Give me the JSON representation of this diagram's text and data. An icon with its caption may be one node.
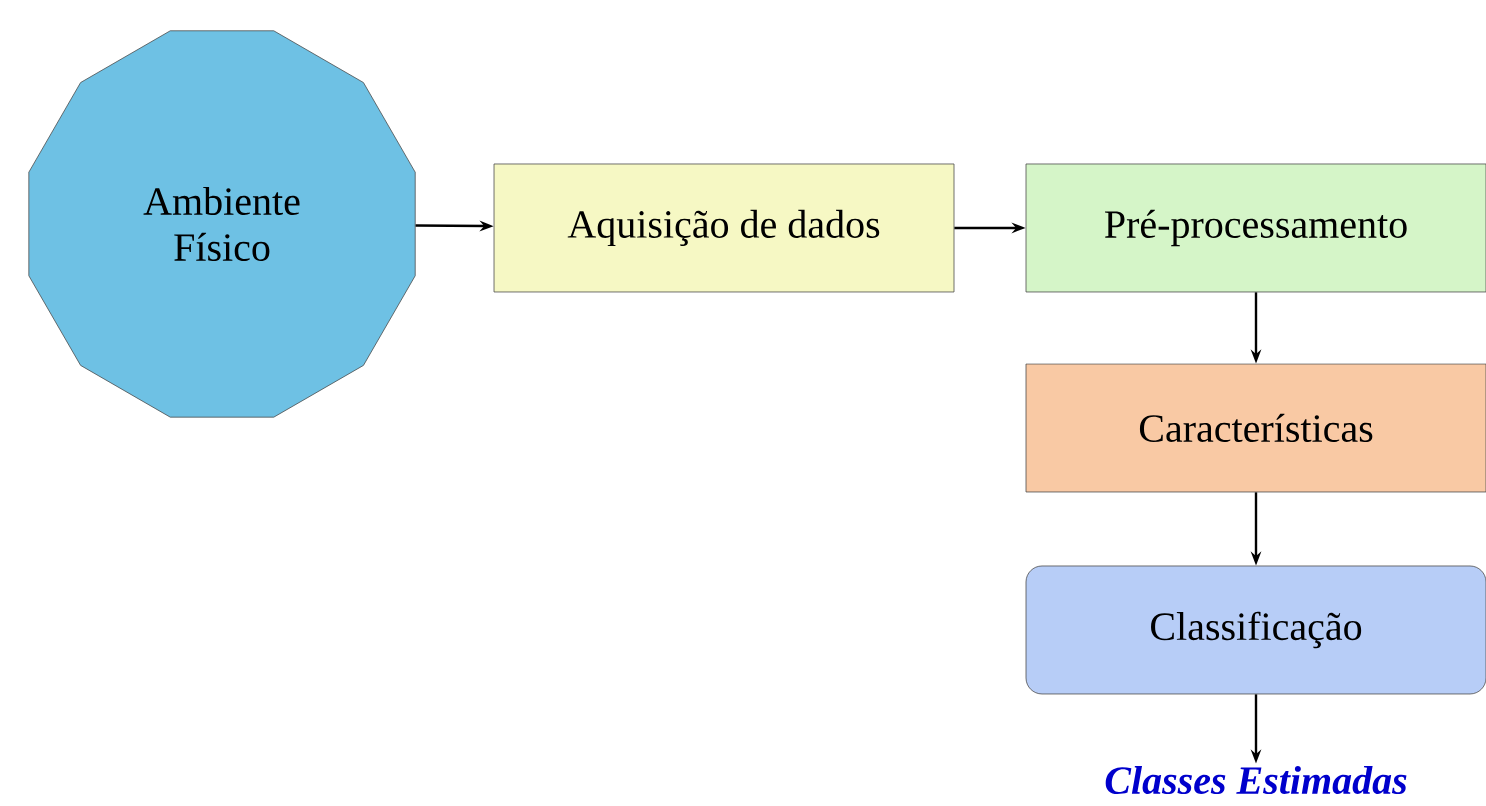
{
  "diagram": {
    "nodes": [
      {
        "text": [
          "Ambiente Físico"
        ]
      },
      {
        "text": [
          "Aquisição de dados"
        ]
      },
      {
        "text": [
          "Pré-processamento"
        ]
      },
      {
        "text": [
          "Características"
        ]
      },
      {
        "text": [
          "Classificação"
        ]
      },
      {
        "text": [
          "Classes Estimadas"
        ]
      }
    ],
    "edges": [
      {
        "from": 0,
        "to": 1,
        "arrow": "to"
      },
      {
        "from": 1,
        "to": 2,
        "arrow": "to"
      },
      {
        "from": 2,
        "to": 3,
        "arrow": "to"
      },
      {
        "from": 3,
        "to": 4,
        "arrow": "to"
      },
      {
        "from": 4,
        "to": 5,
        "arrow": "to"
      }
    ]
  }
}
